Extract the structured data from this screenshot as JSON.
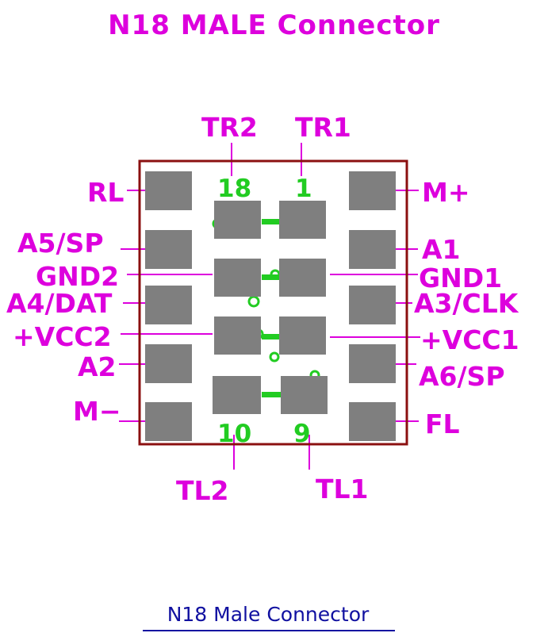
{
  "title": "N18 MALE Connector",
  "caption": "N18 Male Connector",
  "colors": {
    "label": "#dd00dd",
    "outline": "#8b1010",
    "pad": "#7f7f7f",
    "pin_number": "#22cc22",
    "caption": "#1010a0"
  },
  "labels": {
    "tr2": "TR2",
    "tr1": "TR1",
    "rl": "RL",
    "m_plus": "M+",
    "a5sp": "A5/SP",
    "a1": "A1",
    "gnd2": "GND2",
    "gnd1": "GND1",
    "a4dat": "A4/DAT",
    "a3clk": "A3/CLK",
    "vcc2": "+VCC2",
    "vcc1": "+VCC1",
    "a2": "A2",
    "a6sp": "A6/SP",
    "m_minus": "M−",
    "fl": "FL",
    "tl2": "TL2",
    "tl1": "TL1"
  },
  "pin_numbers": {
    "p18": "18",
    "p1": "1",
    "p10": "10",
    "p9": "9"
  }
}
